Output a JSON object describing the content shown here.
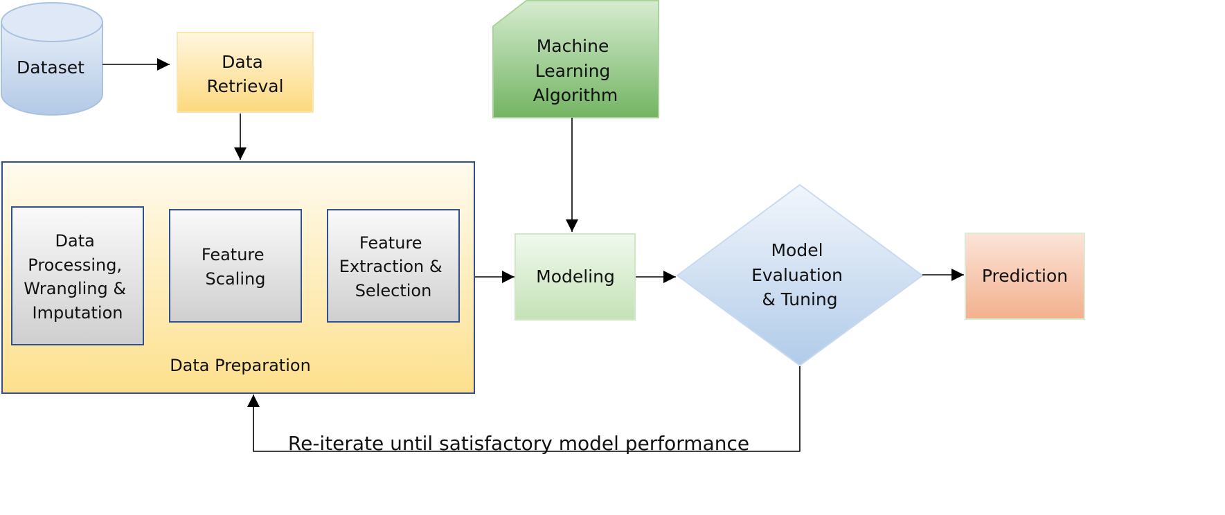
{
  "nodes": {
    "dataset": [
      "Dataset"
    ],
    "retrieval": [
      "Data",
      "Retrieval"
    ],
    "ml_algorithm": [
      "Machine",
      "Learning",
      "Algorithm"
    ],
    "processing": [
      "Data",
      "Processing,",
      "Wrangling &",
      "Imputation"
    ],
    "scaling": [
      "Feature",
      "Scaling"
    ],
    "extraction": [
      "Feature",
      "Extraction &",
      "Selection"
    ],
    "modeling": [
      "Modeling"
    ],
    "evaluation": [
      "Model",
      "Evaluation",
      "& Tuning"
    ],
    "prediction": [
      "Prediction"
    ]
  },
  "group_label": "Data Preparation",
  "loop_label": "Re-iterate until satisfactory model performance"
}
